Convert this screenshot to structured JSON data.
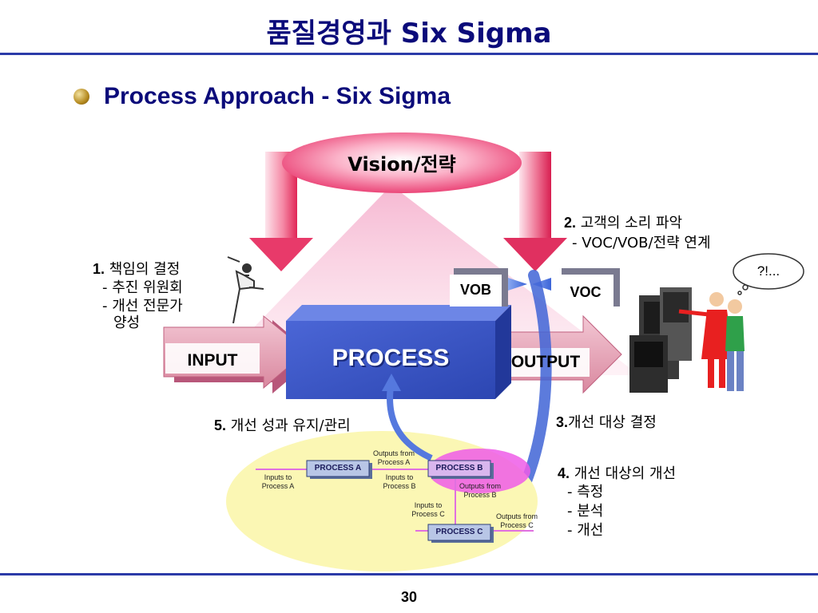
{
  "slide": {
    "title": "품질경영과 Six Sigma",
    "subtitle": "Process Approach - Six Sigma",
    "page_number": "30"
  },
  "diagram": {
    "vision": "Vision/전략",
    "process": "PROCESS",
    "input": "INPUT",
    "output": "OUTPUT",
    "vob": "VOB",
    "voc": "VOC",
    "speech": "?!...",
    "step1": {
      "num": "1.",
      "title": "책임의 결정",
      "lines": [
        "- 추진 위원회",
        "- 개선 전문가",
        "양성"
      ]
    },
    "step2": {
      "num": "2.",
      "title": "고객의 소리 파악",
      "lines": [
        "- VOC/VOB/전략 연계"
      ]
    },
    "step3": {
      "num": "3.",
      "title": "개선 대상 결정"
    },
    "step4": {
      "num": "4.",
      "title": "개선 대상의 개선",
      "lines": [
        "- 측정",
        "- 분석",
        "- 개선"
      ]
    },
    "step5": {
      "num": "5.",
      "title": "개선 성과 유지/관리"
    },
    "sub_flow": {
      "process_a": "PROCESS A",
      "process_b": "PROCESS B",
      "process_c": "PROCESS C",
      "inputs_a": [
        "Inputs to",
        "Process A"
      ],
      "outputs_a": [
        "Outputs from",
        "Process A"
      ],
      "inputs_b": [
        "Inputs to",
        "Process B"
      ],
      "outputs_b": [
        "Outputs from",
        "Process B"
      ],
      "inputs_c": [
        "Inputs to",
        "Process C"
      ],
      "outputs_c": [
        "Outputs from",
        "Process C"
      ]
    }
  },
  "colors": {
    "title": "#0b0b7a",
    "rule": "#2b3aa8",
    "process_box": "#3a55c8",
    "arrow_pink": "#e83a6a",
    "ellipse_yellow": "#fbf7b4"
  }
}
